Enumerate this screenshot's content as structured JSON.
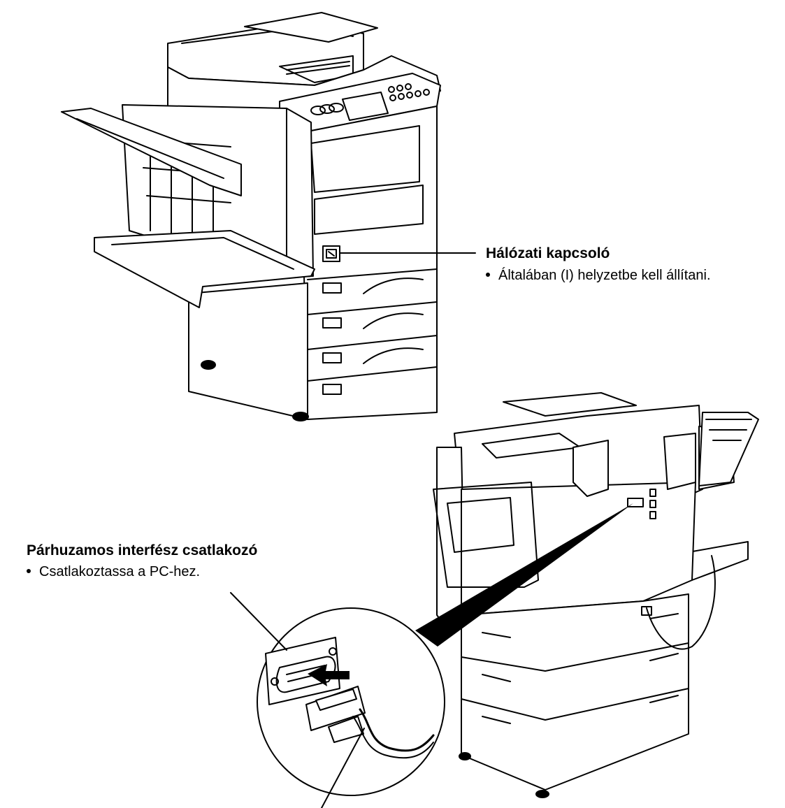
{
  "callouts": {
    "power_switch": {
      "title": "Hálózati kapcsoló",
      "note": "Általában (I) helyzetbe kell állítani."
    },
    "parallel_port": {
      "title": "Párhuzamos interfész csatlakozó",
      "note": "Csatlakoztassa a PC-hez."
    }
  }
}
